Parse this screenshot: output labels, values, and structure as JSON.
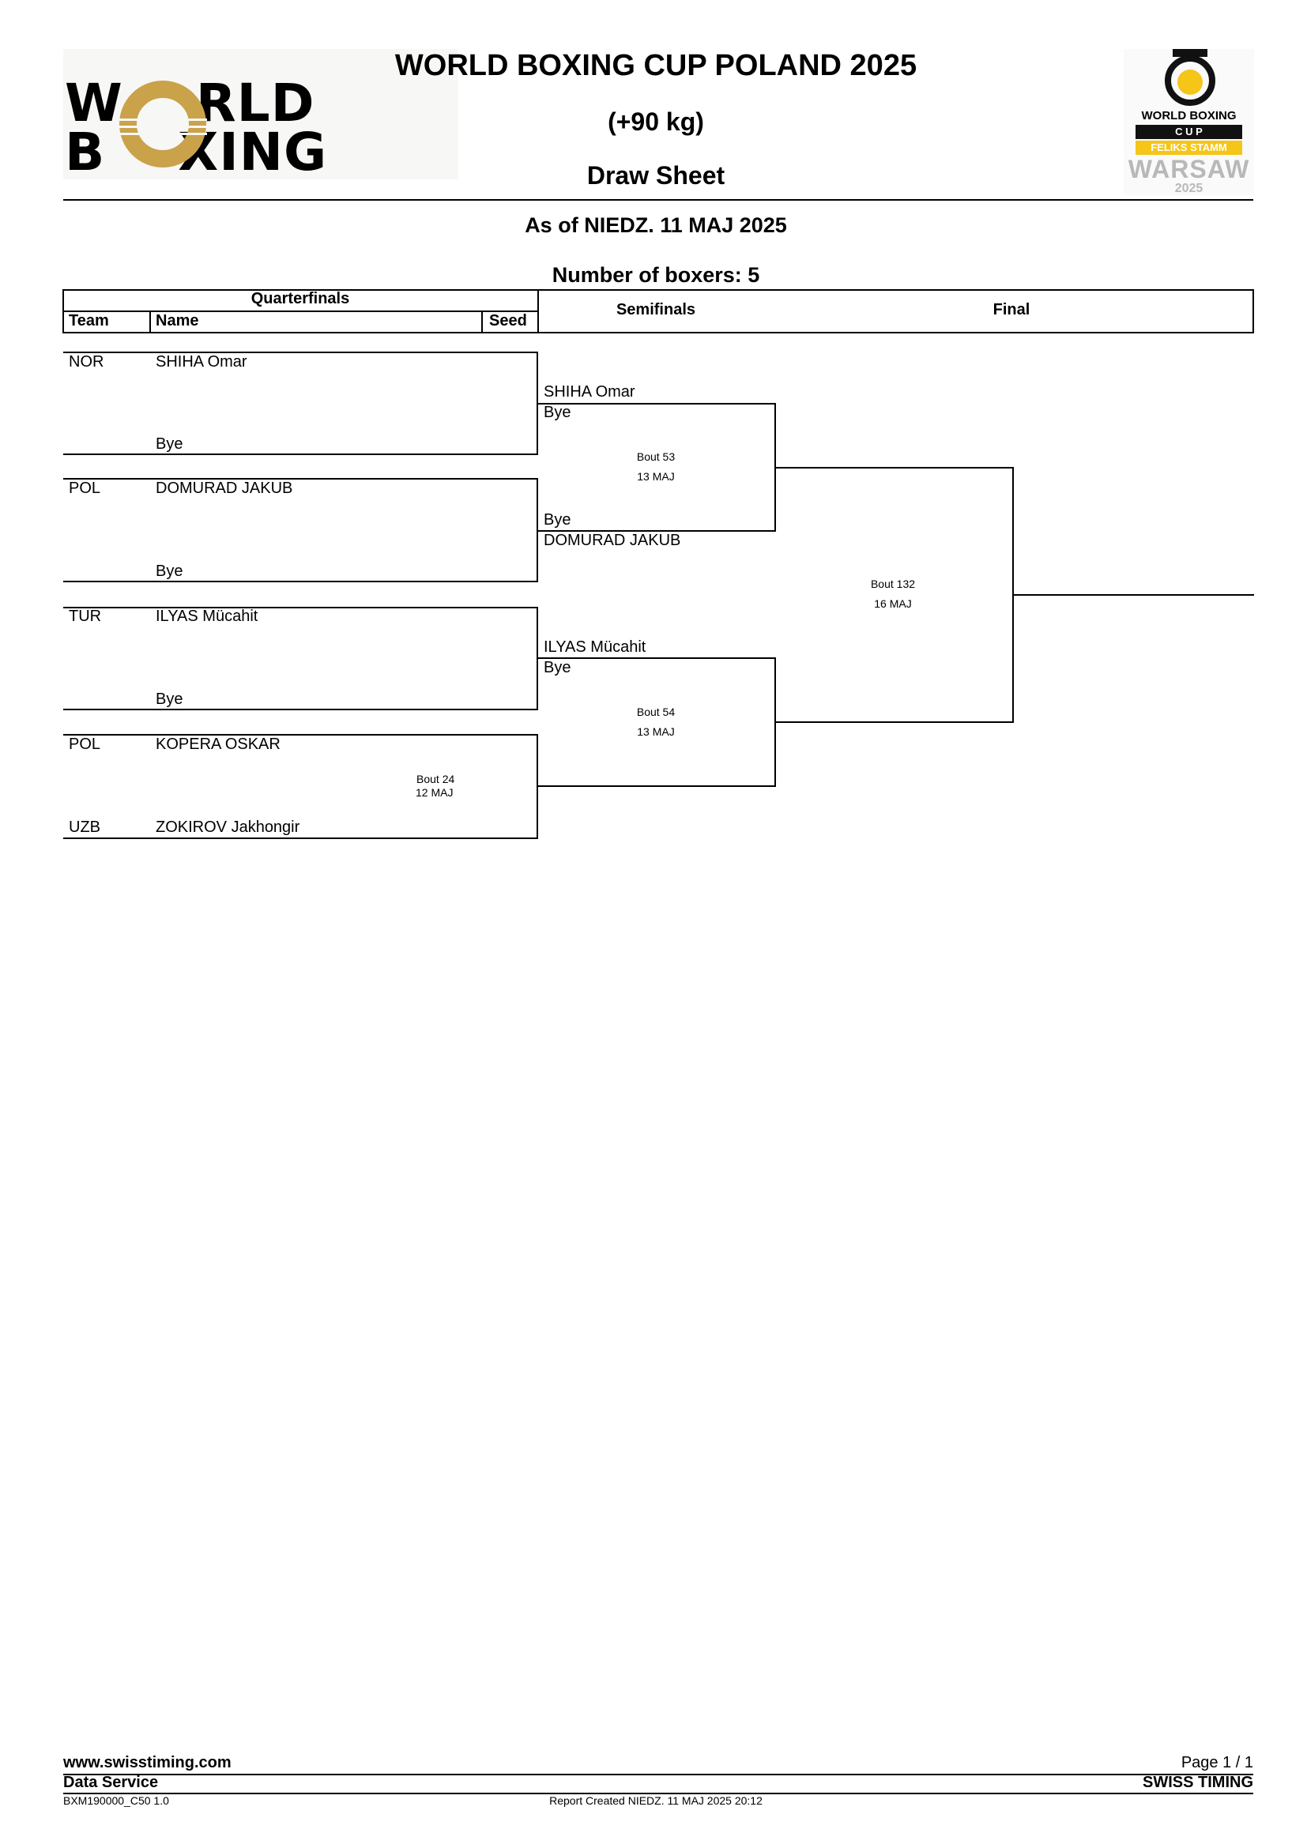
{
  "header": {
    "title": "WORLD BOXING CUP POLAND 2025",
    "weight": "(+90 kg)",
    "subtitle": "Draw Sheet",
    "as_of": "As of NIEDZ. 11 MAJ 2025",
    "count": "Number of boxers: 5"
  },
  "logo_left": {
    "line1_a": "W",
    "line1_b": "RLD",
    "line2_a": "B",
    "line2_b": "XING",
    "ring_color": "#c9a24a"
  },
  "logo_right": {
    "l1": "WORLD BOXING",
    "l2": "C U P",
    "l3": "FELIKS STAMM",
    "l4": "WARSAW",
    "l5": "2025",
    "yellow": "#f5c518"
  },
  "table_header": {
    "quarterfinals": "Quarterfinals",
    "team": "Team",
    "name": "Name",
    "seed": "Seed",
    "semifinals": "Semifinals",
    "final": "Final"
  },
  "quarterfinals": [
    {
      "team": "NOR",
      "name": "SHIHA Omar",
      "opponent": "Bye"
    },
    {
      "team": "POL",
      "name": "DOMURAD JAKUB",
      "opponent": "Bye"
    },
    {
      "team": "TUR",
      "name": "ILYAS Mücahit",
      "opponent": "Bye"
    },
    {
      "team": "POL",
      "name": "KOPERA OSKAR",
      "opp_team": "UZB",
      "opponent": "ZOKIROV Jakhongir",
      "bout": "Bout 24",
      "date": "12 MAJ"
    }
  ],
  "semifinals": [
    {
      "top": "SHIHA Omar",
      "top_sub": "Bye",
      "bottom_sub": "Bye",
      "bottom": "DOMURAD JAKUB",
      "bout": "Bout 53",
      "date": "13 MAJ"
    },
    {
      "top": "ILYAS Mücahit",
      "top_sub": "Bye",
      "bout": "Bout 54",
      "date": "13 MAJ"
    }
  ],
  "final": {
    "bout": "Bout 132",
    "date": "16 MAJ"
  },
  "footer": {
    "website": "www.swisstiming.com",
    "page": "Page 1 / 1",
    "data_service": "Data Service",
    "swiss": "SWISS TIMING",
    "code": "BXM190000_C50 1.0",
    "created": "Report Created  NIEDZ. 11 MAJ 2025 20:12"
  }
}
